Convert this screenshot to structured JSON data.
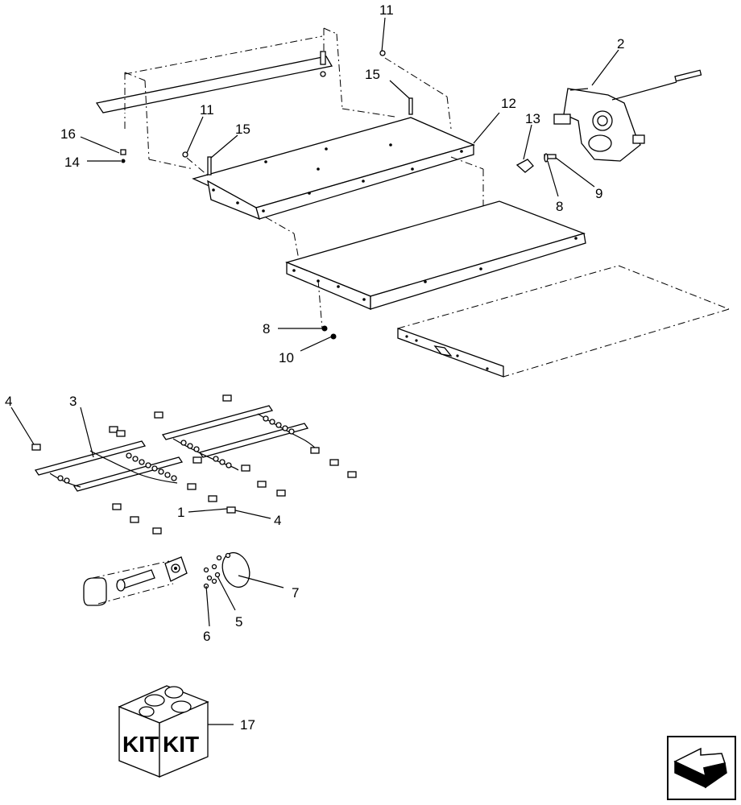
{
  "callouts": {
    "c1": "1",
    "c2": "2",
    "c3": "3",
    "c4a": "4",
    "c4b": "4",
    "c5": "5",
    "c6": "6",
    "c7": "7",
    "c8a": "8",
    "c8b": "8",
    "c9": "9",
    "c10": "10",
    "c11a": "11",
    "c11b": "11",
    "c12": "12",
    "c13": "13",
    "c14": "14",
    "c15a": "15",
    "c15b": "15",
    "c16": "16",
    "c17": "17"
  },
  "kit": {
    "left": "KIT",
    "right": "KIT"
  },
  "nav": {
    "icon": "next-page-arrow-icon"
  }
}
